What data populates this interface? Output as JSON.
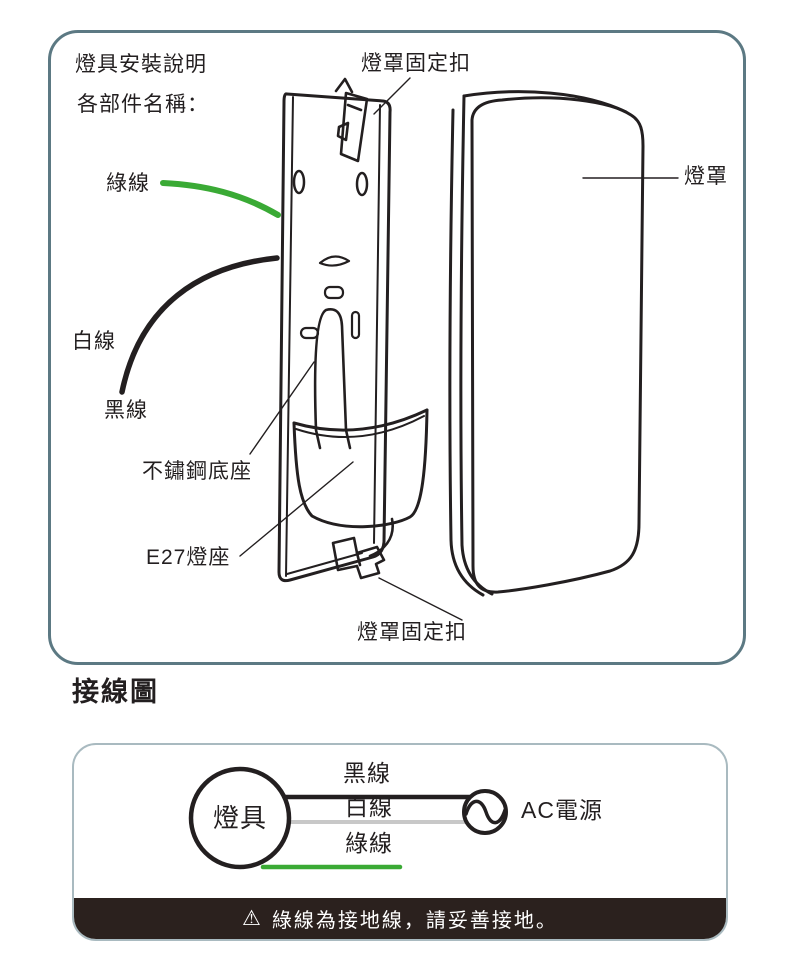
{
  "panel": {
    "title": "燈具安裝說明",
    "subtitle": "各部件名稱：",
    "part_labels": {
      "green_wire": "綠線",
      "shade_clip_top": "燈罩固定扣",
      "lampshade": "燈罩",
      "white_wire": "白線",
      "black_wire": "黑線",
      "stainless_base": "不鏽鋼底座",
      "e27_socket": "E27燈座",
      "shade_clip_bottom": "燈罩固定扣"
    }
  },
  "wiring": {
    "heading": "接線圖",
    "lamp_label": "燈具",
    "black_wire_label": "黑線",
    "white_wire_label": "白線",
    "green_wire_label": "綠線",
    "ac_power_label": "AC電源",
    "warning_icon": "⚠",
    "warning_text": "綠線為接地線，請妥善接地。"
  },
  "colors": {
    "line_art": "#231f20",
    "green": "#3aaa35",
    "light_gray": "#c8c8c8",
    "panel_border": "#5c7983",
    "wiring_panel_border": "#a9bac0",
    "warning_bar": "#2b211e"
  }
}
